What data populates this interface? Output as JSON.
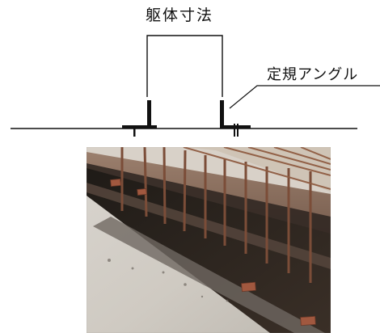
{
  "labels": {
    "dimension": "躯体寸法",
    "angle": "定規アングル"
  },
  "photo": {
    "subject": "site-photo"
  },
  "colors": {
    "ink": "#111111",
    "concrete": "#cfcac2",
    "steel": "#2a221c",
    "rust": "#8b4a2f"
  }
}
